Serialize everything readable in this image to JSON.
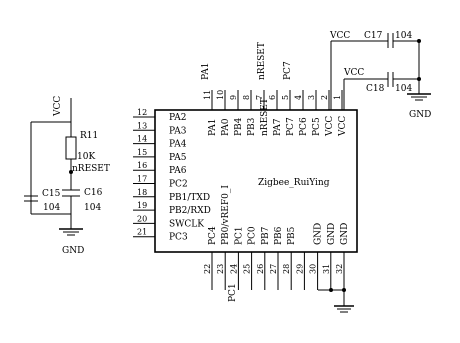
{
  "chip": {
    "name": "Zigbee_RuiYing",
    "left_pins": [
      {
        "num": "12",
        "label": "PA2"
      },
      {
        "num": "13",
        "label": "PA3"
      },
      {
        "num": "14",
        "label": "PA4"
      },
      {
        "num": "15",
        "label": "PA5"
      },
      {
        "num": "16",
        "label": "PA6"
      },
      {
        "num": "17",
        "label": "PC2"
      },
      {
        "num": "18",
        "label": "PB1/TXD"
      },
      {
        "num": "19",
        "label": "PB2/RXD"
      },
      {
        "num": "20",
        "label": "SWCLK"
      },
      {
        "num": "21",
        "label": "PC3"
      }
    ],
    "top_pins": [
      {
        "num": "11",
        "label": "PA1"
      },
      {
        "num": "10",
        "label": "PA0"
      },
      {
        "num": "9",
        "label": "PB4"
      },
      {
        "num": "8",
        "label": "PB3"
      },
      {
        "num": "7",
        "label": "nRESET"
      },
      {
        "num": "6",
        "label": "PA7"
      },
      {
        "num": "5",
        "label": "PC7"
      },
      {
        "num": "4",
        "label": "PC6"
      },
      {
        "num": "3",
        "label": "PC5"
      },
      {
        "num": "2",
        "label": "VCC"
      },
      {
        "num": "1",
        "label": "VCC"
      }
    ],
    "bottom_pins": [
      {
        "num": "22",
        "label": "PC4"
      },
      {
        "num": "23",
        "label": "PB0/vREF0_I"
      },
      {
        "num": "24",
        "label": "PC1"
      },
      {
        "num": "25",
        "label": "PC0"
      },
      {
        "num": "26",
        "label": "PB7"
      },
      {
        "num": "27",
        "label": "PB6"
      },
      {
        "num": "28",
        "label": "PB5"
      },
      {
        "num": "29",
        "label": ""
      },
      {
        "num": "30",
        "label": "GND"
      },
      {
        "num": "31",
        "label": "GND"
      },
      {
        "num": "32",
        "label": "GND"
      }
    ]
  },
  "net_labels": {
    "pa1": "PA1",
    "nreset_top": "nRESET",
    "pc7": "PC7",
    "pc1": "PC1",
    "nreset_left": "nRESET"
  },
  "reset_circuit": {
    "vcc": "VCC",
    "resistor_ref": "R11",
    "resistor_value": "10K",
    "cap1_ref": "C15",
    "cap1_value": "104",
    "cap2_ref": "C16",
    "cap2_value": "104",
    "gnd": "GND"
  },
  "decoupling": {
    "vcc1": "VCC",
    "c17_ref": "C17",
    "c17_value": "104",
    "vcc2": "VCC",
    "c18_ref": "C18",
    "c18_value": "104",
    "gnd": "GND"
  },
  "colors": {
    "line": "#000000",
    "background": "#ffffff"
  }
}
